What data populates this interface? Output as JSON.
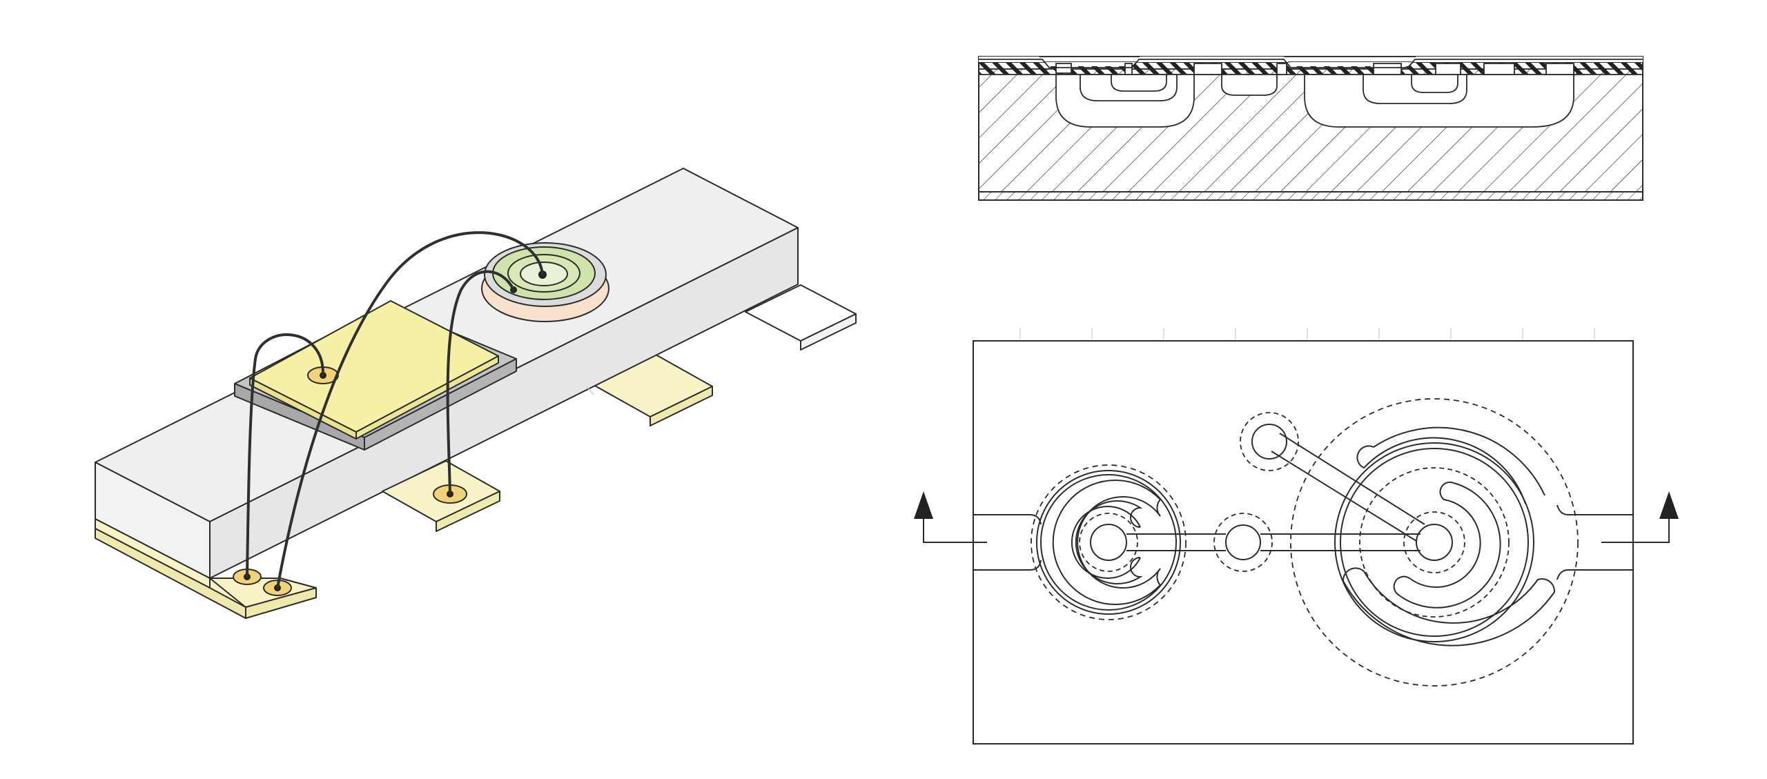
{
  "figure": {
    "panels": [
      {
        "id": "isometric-assembly",
        "kind": "isometric package drawing"
      },
      {
        "id": "cross-section",
        "kind": "hatched cross-section"
      },
      {
        "id": "layout-plan",
        "kind": "plan view with spiral electrodes"
      }
    ],
    "colors": {
      "line": "#2b2b2b",
      "body_top": "#efefef",
      "body_side": "#e4e4e4",
      "lead_frame": "#f8f3c6",
      "bond_pad": "#f0d27a",
      "die": "#f5f0a5",
      "die_base": "#bfbfbf",
      "ring_outer": "#f7e1cc",
      "ring_mid": "#d9d9d9",
      "ring_inner": "#d6e8b5",
      "bond_wire": "#333333",
      "hatch": "#333333"
    },
    "icons": [
      "arrow-up-icon",
      "arrow-up-icon"
    ]
  }
}
